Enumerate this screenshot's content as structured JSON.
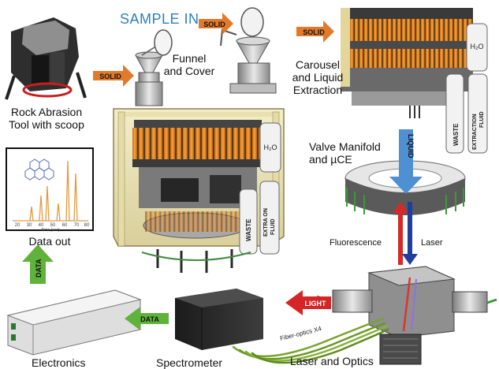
{
  "title": "SAMPLE IN",
  "labels": {
    "rock_abrasion": [
      "Rock Abrasion",
      "Tool with scoop"
    ],
    "funnel": [
      "Funnel",
      "and Cover"
    ],
    "carousel": [
      "Carousel",
      "and Liquid",
      "Extraction"
    ],
    "valve": [
      "Valve Manifold",
      "and µCE"
    ],
    "data_out": "Data out",
    "electronics": "Electronics",
    "spectrometer": "Spectrometer",
    "laser_optics": "Laser and Optics",
    "fluorescence": "Fluorescence",
    "laser": "Laser",
    "fiber": "Fiber-optics X4"
  },
  "arrow_labels": {
    "solid": "SOLID",
    "liquid": "LIQUID",
    "light": "LIGHT",
    "data": "DATA"
  },
  "component_text": {
    "h2o": "H₂O",
    "waste": "WASTE",
    "extraction_fluid": [
      "EXTRACTION",
      "FLUID"
    ],
    "extra_on": "EXTRA ON",
    "fluid": "FLUID"
  },
  "plot": {
    "xlabel": "Time (sec)",
    "ticks": [
      "20",
      "30",
      "40",
      "50",
      "60",
      "70",
      "80"
    ]
  },
  "colors": {
    "solid_arrow": "#e27a2b",
    "liquid_arrow": "#4f8fd4",
    "light_arrow": "#d42626",
    "data_arrow": "#5fb33a",
    "title_blue": "#2b7fc1"
  }
}
